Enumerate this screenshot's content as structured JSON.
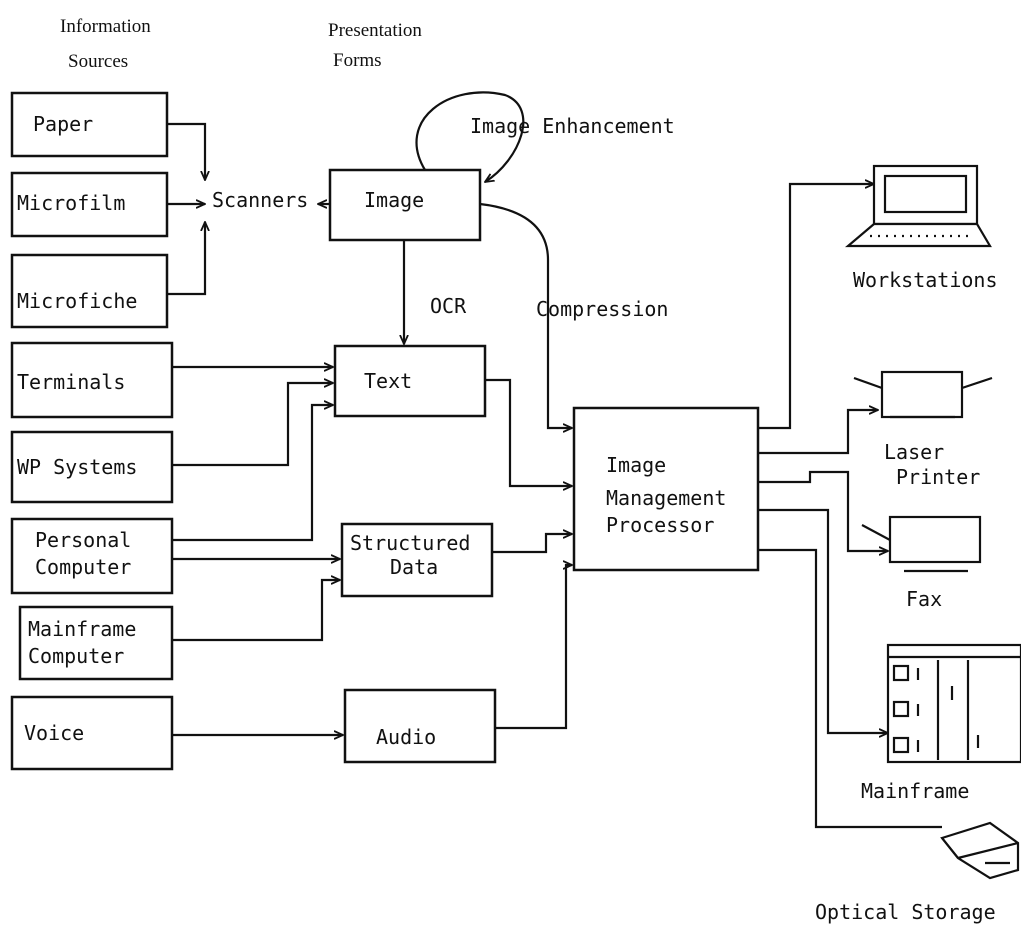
{
  "headers": {
    "info_line1": "Information",
    "info_line2": "Sources",
    "pres_line1": "Presentation",
    "pres_line2": "Forms"
  },
  "sources": {
    "paper": "Paper",
    "microfilm": "Microfilm",
    "microfiche": "Microfiche",
    "terminals": "Terminals",
    "wp_systems": "WP Systems",
    "personal_computer_line1": "Personal",
    "personal_computer_line2": "Computer",
    "mainframe_computer_line1": "Mainframe",
    "mainframe_computer_line2": "Computer",
    "voice": "Voice"
  },
  "forms": {
    "image": "Image",
    "text": "Text",
    "structured_data_line1": "Structured",
    "structured_data_line2": "Data",
    "audio": "Audio"
  },
  "labels": {
    "scanners": "Scanners",
    "image_enhancement": "Image Enhancement",
    "ocr": "OCR",
    "compression": "Compression"
  },
  "processor": {
    "line1": "Image",
    "line2": "Management",
    "line3": "Processor"
  },
  "outputs": {
    "workstations": "Workstations",
    "laser_printer_line1": "Laser",
    "laser_printer_line2": "Printer",
    "fax": "Fax",
    "mainframe": "Mainframe",
    "optical_storage": "Optical Storage"
  },
  "icons": [
    "laptop-icon",
    "printer-icon",
    "fax-icon",
    "mainframe-icon",
    "optical-drive-icon"
  ]
}
